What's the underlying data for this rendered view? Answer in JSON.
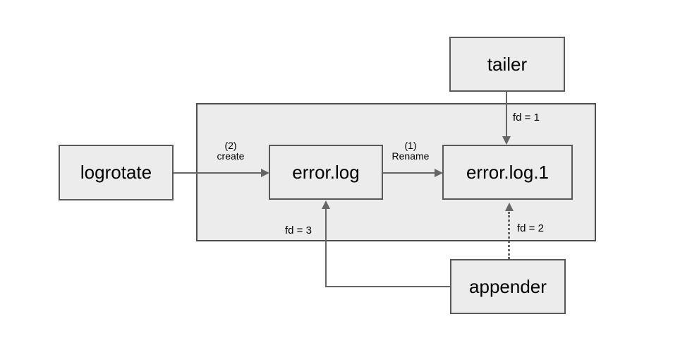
{
  "diagram": {
    "description": "Log rotation file-descriptor diagram",
    "colors": {
      "background": "#ffffff",
      "box_fill": "#ececec",
      "box_border": "#595959",
      "group_border": "#4d4d4d",
      "line": "#666666",
      "text": "#000000"
    },
    "nodes": {
      "tailer": {
        "label": "tailer"
      },
      "logrotate": {
        "label": "logrotate"
      },
      "errorlog": {
        "label": "error.log"
      },
      "errorlog1": {
        "label": "error.log.1"
      },
      "appender": {
        "label": "appender"
      }
    },
    "edges": {
      "create": {
        "step": "(2)",
        "action": "create",
        "from": "logrotate",
        "to": "error.log",
        "style": "solid"
      },
      "rename": {
        "step": "(1)",
        "action": "Rename",
        "from": "error.log",
        "to": "error.log.1",
        "style": "solid"
      },
      "tailer_fd": {
        "label": "fd = 1",
        "from": "tailer",
        "to": "error.log.1",
        "style": "solid"
      },
      "appender_fd3": {
        "label": "fd = 3",
        "from": "appender",
        "to": "error.log",
        "style": "solid"
      },
      "appender_fd2": {
        "label": "fd = 2",
        "from": "appender",
        "to": "error.log.1",
        "style": "dotted"
      }
    }
  }
}
